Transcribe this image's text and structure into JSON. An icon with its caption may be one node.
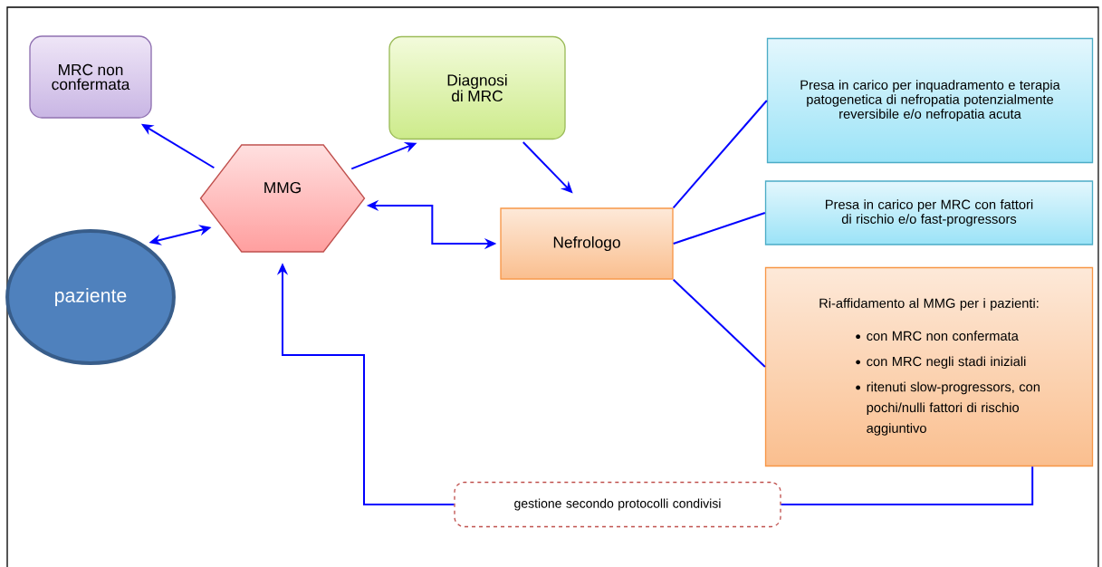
{
  "diagram": {
    "nodes": [
      {
        "text": [
          "MRC non confermata"
        ]
      },
      {
        "text": [
          "Diagnosi di MRC"
        ]
      },
      {
        "text": [
          "MMG"
        ]
      },
      {
        "text": [
          "paziente"
        ]
      },
      {
        "text": [
          "Nefrologo"
        ]
      },
      {
        "text": [
          "Presa in carico per inquadramento e terapia patogenetica di nefropatia potenzialmente reversibile e/o nefropatia acuta"
        ]
      },
      {
        "text": [
          "Presa in carico per MRC con fattori di rischio e/o fast-progressors"
        ]
      },
      {
        "text": [
          "Ri-affidamento al MMG per i pazienti:",
          "con MRC non confermata",
          "con MRC negli stadi iniziali",
          "ritenuti slow-progressors, con pochi/nulli fattori di rischio aggiuntivo"
        ]
      },
      {
        "text": [
          "gestione secondo protocolli condivisi"
        ]
      }
    ],
    "edges": [
      {
        "from": 2,
        "to": 0,
        "arrow": "to"
      },
      {
        "from": 2,
        "to": 1,
        "arrow": "to"
      },
      {
        "from": 1,
        "to": 4,
        "arrow": "to"
      },
      {
        "from": 4,
        "to": 2,
        "arrow": "both"
      },
      {
        "from": 3,
        "to": 2,
        "arrow": "both"
      },
      {
        "from": 4,
        "to": 5,
        "arrow": "none"
      },
      {
        "from": 4,
        "to": 6,
        "arrow": "none"
      },
      {
        "from": 4,
        "to": 7,
        "arrow": "none"
      },
      {
        "from": 7,
        "to": 8,
        "arrow": "none"
      },
      {
        "from": 8,
        "to": 2,
        "arrow": "to"
      }
    ]
  }
}
